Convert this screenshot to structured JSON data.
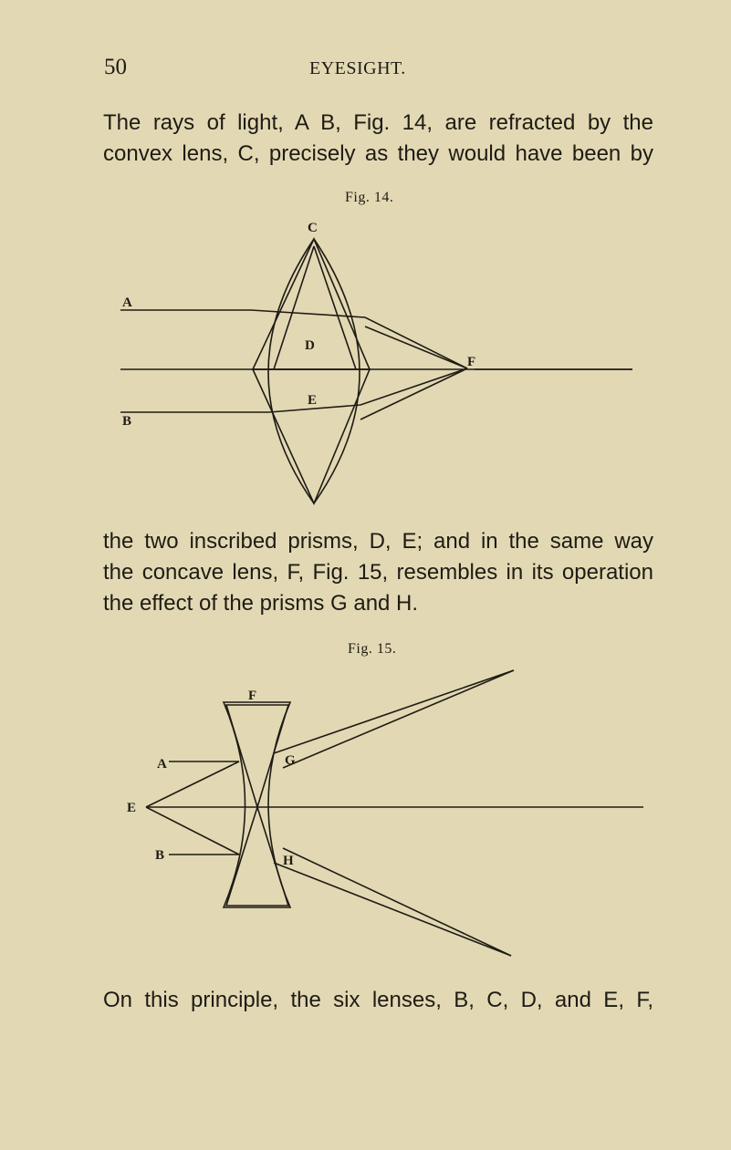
{
  "header": {
    "page_number": "50",
    "title": "EYESIGHT."
  },
  "paragraphs": {
    "p1_line1": "The rays of light, A B, Fig. 14, are refracted by the",
    "p1_line2": "convex lens, C, precisely as they would have been by",
    "p2_line1": "the two inscribed prisms, D, E; and in the same way",
    "p2_line2": "the concave lens, F, Fig. 15, resembles in its operation",
    "p2_line3": "the effect of the prisms G and H.",
    "p3_line1": "On this principle, the six lenses, B, C, D, and E, F,"
  },
  "figures": {
    "fig14": {
      "caption": "Fig. 14.",
      "labels": {
        "c": "C",
        "a": "A",
        "d": "D",
        "e": "E",
        "b": "B",
        "f": "F"
      }
    },
    "fig15": {
      "caption": "Fig. 15.",
      "labels": {
        "f": "F",
        "a": "A",
        "g": "G",
        "e": "E",
        "b": "B",
        "h": "H"
      }
    }
  }
}
